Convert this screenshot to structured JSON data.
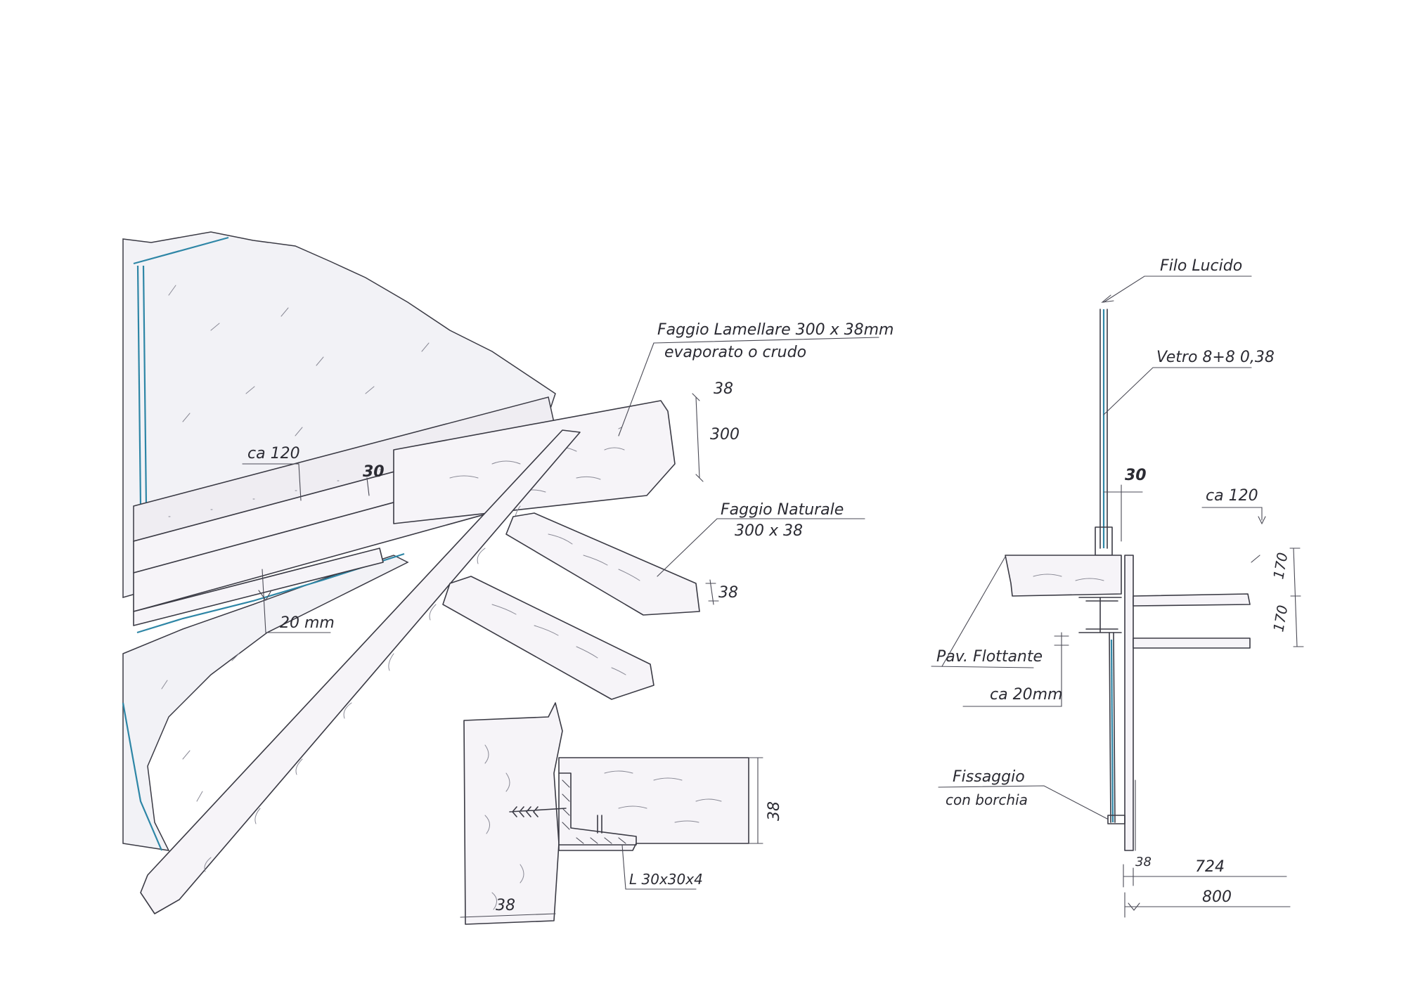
{
  "perspective": {
    "faggio_lamellare": "Faggio Lamellare 300 x 38mm",
    "evaporato": "evaporato o crudo",
    "dim_38_top": "38",
    "dim_300": "300",
    "ca_120": "ca 120",
    "dim_30": "30",
    "dim_20mm": "20 mm",
    "faggio_naturale": "Faggio Naturale",
    "naturale_size": "300 x 38",
    "dim_38_right": "38"
  },
  "detail": {
    "dim_38_vertical": "38",
    "dim_38_bottom": "38",
    "angle_profile": "L 30x30x4"
  },
  "section": {
    "filo_lucido": "Filo Lucido",
    "vetro": "Vetro 8+8 0,38",
    "dim_30": "30",
    "ca_120": "ca 120",
    "dim_170_top": "170",
    "dim_170_bottom": "170",
    "pav_flottante": "Pav. Flottante",
    "ca_20mm": "ca 20mm",
    "fissaggio": "Fissaggio",
    "con_borchia": "con borchia",
    "dim_38": "38",
    "dim_724": "724",
    "dim_800": "800"
  }
}
